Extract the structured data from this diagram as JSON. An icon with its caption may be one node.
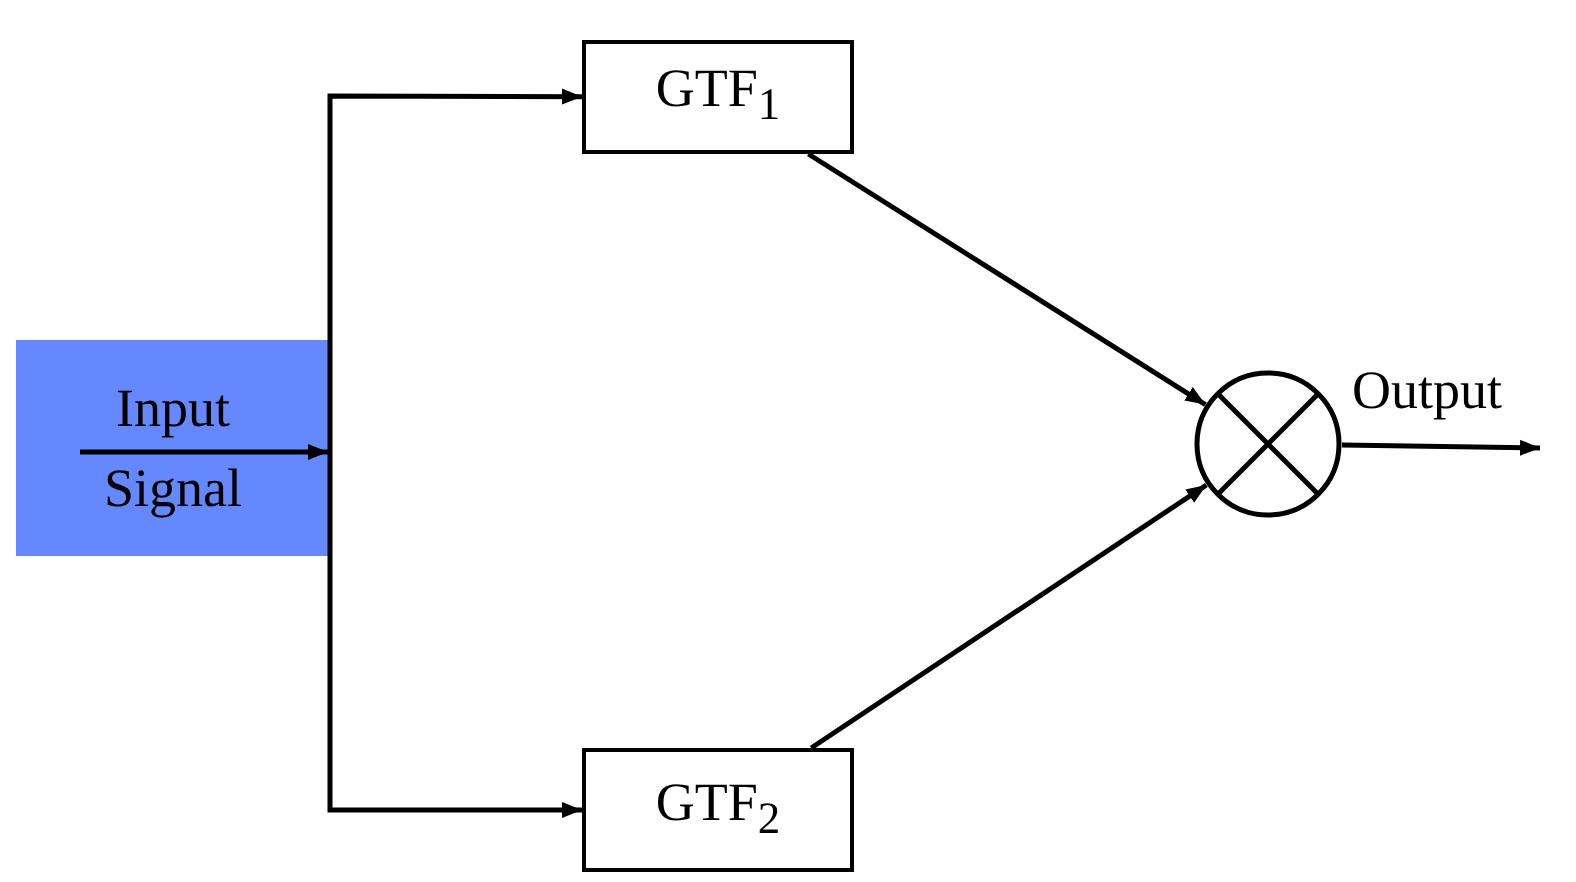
{
  "diagram": {
    "nodes": [
      {
        "text": [
          "Input Signal"
        ]
      },
      {
        "text": [
          "GTF$_{1}$"
        ]
      },
      {
        "text": [
          "GTF$_{2}$"
        ]
      },
      {
        "text": [],
        "shape": "circle"
      }
    ],
    "edges": [
      {
        "from": 0,
        "to": 1,
        "arrow": "to"
      },
      {
        "from": 0,
        "to": 2,
        "arrow": "to"
      },
      {
        "from": 1,
        "to": 3,
        "arrow": "to"
      },
      {
        "from": 2,
        "to": 3,
        "arrow": "to"
      },
      {
        "from": 3,
        "to": null,
        "arrow": "to",
        "label": "Output"
      }
    ]
  }
}
